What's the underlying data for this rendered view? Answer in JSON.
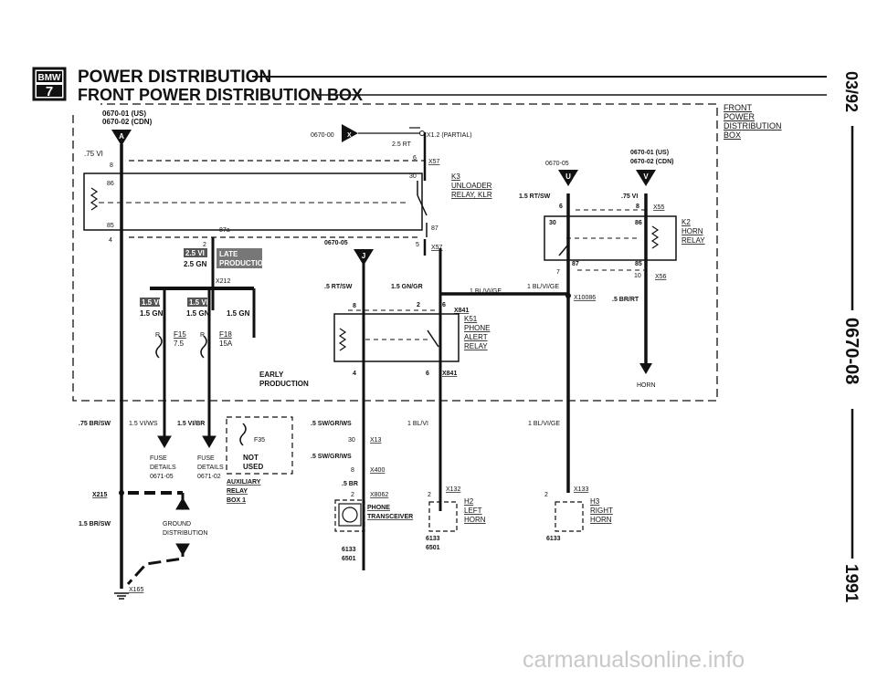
{
  "header": {
    "logo_text": "BMW",
    "model_number": "7",
    "title": "POWER DISTRIBUTION",
    "subtitle": "FRONT POWER DISTRIBUTION BOX"
  },
  "side_text": {
    "date": "03/92",
    "doc_code": "0670-08",
    "year": "1991"
  },
  "watermark": "carmanualsonline.info",
  "box_label": {
    "line1": "FRONT",
    "line2": "POWER",
    "line3": "DISTRIBUTION",
    "line4": "BOX"
  },
  "left": {
    "ref1": "0670-01 (US)",
    "ref2": "0670-02 (CDN)",
    "connector_a": "A",
    "wire_75vi": ".75 VI",
    "pin8": "8",
    "pin86": "86",
    "pin85": "85",
    "pin4": "4",
    "pin30": "30",
    "pin87a": "87a",
    "pin87": "87",
    "pin2": "2",
    "wire_25vi": "2.5 VI",
    "wire_25gn": "2.5 GN",
    "late": "LATE",
    "late_production": "PRODUCTION",
    "x212": "X212",
    "wire_15vi_a": "1.5 VI",
    "wire_15vi_b": "1.5 VI",
    "wire_15gn_a": "1.5 GN",
    "wire_15gn_b": "1.5 GN",
    "wire_15gn_c": "1.5 GN",
    "r_a": "R",
    "r_b": "R",
    "f15": "F15",
    "f15_rating": "7.5",
    "f18": "F18",
    "f18_rating": "15A",
    "early": "EARLY",
    "early_production": "PRODUCTION"
  },
  "k3": {
    "label": "K3",
    "line1": "UNLOADER",
    "line2": "RELAY, KLR"
  },
  "x12": {
    "ref": "0670-00",
    "connector": "X",
    "label": "X1.2 (PARTIAL)",
    "wire": "2.5 RT"
  },
  "x57_top": {
    "pin": "6",
    "label": "X57"
  },
  "x57_mid": {
    "pin": "5",
    "label": "X57"
  },
  "mid": {
    "ref": "0670-05",
    "connector_j": "J",
    "wire_5rtsw": ".5 RT/SW",
    "wire_15gngr": "1.5 GN/GR",
    "wire_1blvige": "1 BL/VI/GE",
    "pin8": "8",
    "pin2": "2",
    "pin6": "6",
    "x841": "X841",
    "k51": "K51",
    "k51_line1": "PHONE",
    "k51_line2": "ALERT",
    "k51_line3": "RELAY",
    "pin4": "4",
    "pin6b": "6",
    "x841b": "X841"
  },
  "right": {
    "ref_a": "0670-05",
    "ref_b1": "0670-01 (US)",
    "ref_b2": "0670-02 (CDN)",
    "connector_u": "U",
    "connector_v": "V",
    "wire_15rtsw": "1.5 RT/SW",
    "wire_75vi": ".75 VI",
    "pin6": "6",
    "pin8": "8",
    "x55": "X55",
    "pin30": "30",
    "pin86": "86",
    "pin87": "87",
    "pin85": "85",
    "k2": "K2",
    "k2_line1": "HORN",
    "k2_line2": "RELAY",
    "pin7": "7",
    "pin10": "10",
    "x56": "X56",
    "wire_1blvige": "1 BL/VI/GE",
    "x10086": "X10086",
    "wire_5brrt": ".5 BR/RT",
    "horn": "HORN"
  },
  "bottom": {
    "wire_75brsw": ".75 BR/SW",
    "wire_15viws": "1.5 VI/WS",
    "wire_15vibr": "1.5 VI/BR",
    "f35": "F35",
    "not_used1": "NOT",
    "not_used2": "USED",
    "aux1": "AUXILIARY",
    "aux2": "RELAY",
    "aux3": "BOX 1",
    "fuse_a1": "FUSE",
    "fuse_a2": "DETAILS",
    "fuse_a3": "0671-05",
    "fuse_b1": "FUSE",
    "fuse_b2": "DETAILS",
    "fuse_b3": "0671-02",
    "x215": "X215",
    "ground1": "GROUND",
    "ground2": "DISTRIBUTION",
    "wire_15brsw": "1.5 BR/SW",
    "x165": "X165",
    "wire_5swgrws_a": ".5 SW/GR/WS",
    "pin30": "30",
    "x13": "X13",
    "wire_5swgrws_b": ".5 SW/GR/WS",
    "pin8": "8",
    "x400": "X400",
    "wire_5br": ".5 BR",
    "pin2a": "2",
    "x8062": "X8062",
    "phone": "PHONE",
    "transceiver": "TRANSCEIVER",
    "ref6133a": "6133",
    "ref6501a": "6501",
    "wire_1blvi": "1 BL/VI",
    "pin2b": "2",
    "x132": "X132",
    "h2": "H2",
    "h2_line1": "LEFT",
    "h2_line2": "HORN",
    "ref6133b": "6133",
    "ref6501b": "6501",
    "wire_1blvige": "1 BL/VI/GE",
    "pin2c": "2",
    "x133": "X133",
    "h3": "H3",
    "h3_line1": "RIGHT",
    "h3_line2": "HORN",
    "ref6133c": "6133"
  }
}
